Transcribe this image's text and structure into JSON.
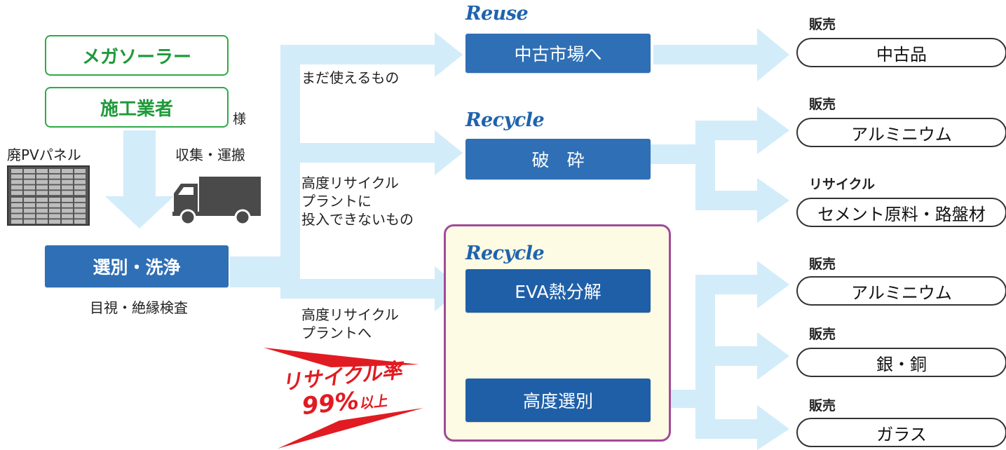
{
  "sources": {
    "megasolar": "メガソーラー",
    "installer": "施工業者",
    "honorific": "様"
  },
  "panel_label": "廃PVパネル",
  "transport_label": "収集・運搬",
  "sorting": {
    "title": "選別・洗浄",
    "caption": "目視・絶縁検査"
  },
  "routes": {
    "usable": "まだ使えるもの",
    "not_accepted": [
      "高度リサイクル",
      "プラントに",
      "投入できないもの"
    ],
    "to_plant": [
      "高度リサイクル",
      "プラントへ"
    ]
  },
  "process": {
    "reuse_label": "Reuse",
    "reuse_box": "中古市場へ",
    "recycle1_label": "Recycle",
    "recycle1_box": "破　砕",
    "recycle2_label": "Recycle",
    "recycle2_box1": "EVA熱分解",
    "recycle2_box2": "高度選別"
  },
  "recycle_rate": {
    "line1": "リサイクル率",
    "line2_num": "99%",
    "line2_suffix": "以上"
  },
  "outputs": [
    {
      "tag": "販売",
      "name": "中古品"
    },
    {
      "tag": "販売",
      "name": "アルミニウム"
    },
    {
      "tag": "リサイクル",
      "name": "セメント原料・路盤材"
    },
    {
      "tag": "販売",
      "name": "アルミニウム"
    },
    {
      "tag": "販売",
      "name": "銀・銅"
    },
    {
      "tag": "販売",
      "name": "ガラス"
    }
  ],
  "colors": {
    "flow_arrow": "#d2ecfa",
    "box_blue": "#2f6fb5",
    "box_green_border": "#2eaa45",
    "panel_border": "#a14a9a",
    "panel_fill": "#fdfbe3",
    "rate_red": "#e11b22"
  }
}
